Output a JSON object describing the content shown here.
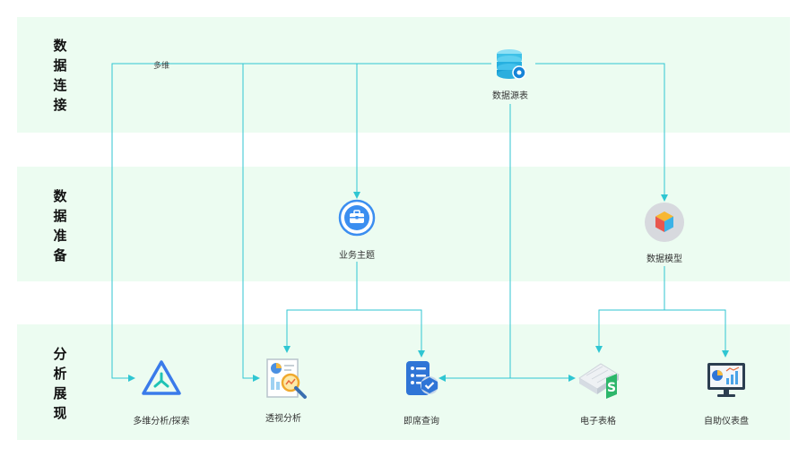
{
  "layers": [
    {
      "label": "数据连接"
    },
    {
      "label": "数据准备"
    },
    {
      "label": "分析展现"
    }
  ],
  "nodes": {
    "datasource": {
      "label": "数据源表",
      "icon": "database-gear-icon"
    },
    "business_topic": {
      "label": "业务主题",
      "icon": "briefcase-icon"
    },
    "data_model": {
      "label": "数据模型",
      "icon": "cube-icon"
    },
    "multidim": {
      "label": "多维分析/探索",
      "icon": "triangle-branch-icon"
    },
    "pivot": {
      "label": "透视分析",
      "icon": "chart-magnifier-icon"
    },
    "adhoc": {
      "label": "即席查询",
      "icon": "list-check-icon"
    },
    "spreadsheet": {
      "label": "电子表格",
      "icon": "spreadsheet-icon"
    },
    "dashboard": {
      "label": "自助仪表盘",
      "icon": "monitor-dashboard-icon"
    }
  },
  "edge_labels": {
    "multidim": "多维"
  },
  "colors": {
    "band": "#ecfcf1",
    "line": "#2fc6d2"
  }
}
